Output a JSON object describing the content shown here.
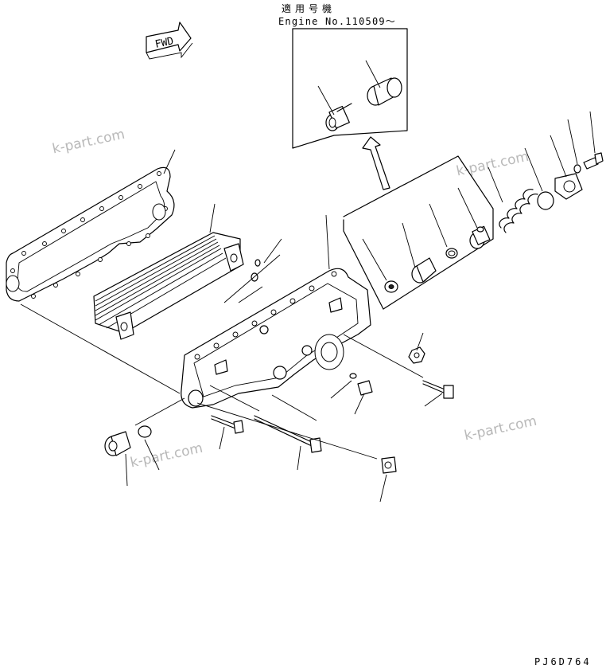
{
  "header": {
    "applicability_jp": "適用号機",
    "engine_number": "Engine No.110509～"
  },
  "direction_label": "FWD",
  "watermarks": [
    "k-part.com",
    "k-part.com",
    "k-part.com",
    "k-part.com"
  ],
  "drawing_code": "PJ6D764"
}
